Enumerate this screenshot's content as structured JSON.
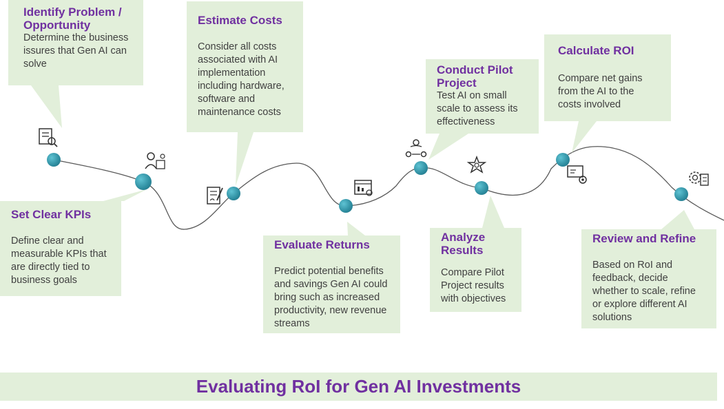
{
  "steps": [
    {
      "title": "Identify Problem / Opportunity",
      "body": "Determine the business issures that Gen AI can solve"
    },
    {
      "title": "Set Clear KPIs",
      "body": "Define clear and measurable KPIs that are directly tied to business goals"
    },
    {
      "title": "Estimate Costs",
      "body": "Consider all costs associated with AI implementation including hardware, software and maintenance costs"
    },
    {
      "title": "Evaluate Returns",
      "body": "Predict potential benefits and savings Gen AI could bring such as increased productivity, new revenue streams"
    },
    {
      "title": "Conduct Pilot Project",
      "body": "Test AI on small scale to assess its effectiveness"
    },
    {
      "title": "Analyze Results",
      "body": "Compare Pilot Project results with objectives"
    },
    {
      "title": "Calculate ROI",
      "body": "Compare net gains from the AI to the costs involved"
    },
    {
      "title": "Review and Refine",
      "body": "Based on RoI and feedback, decide whether to scale, refine or explore different AI solutions"
    }
  ],
  "icons": [
    "checklist-search-icon",
    "person-presentation-icon",
    "contract-sign-icon",
    "browser-analytics-icon",
    "team-network-icon",
    "star-badge-icon",
    "dashboard-settings-icon",
    "gear-checklist-icon"
  ],
  "footer": {
    "title": "Evaluating RoI for Gen AI Investments"
  },
  "colors": {
    "accent": "#7030a0",
    "callout_bg": "#e2efda",
    "dot": "#2e8da0",
    "line": "#595959"
  }
}
